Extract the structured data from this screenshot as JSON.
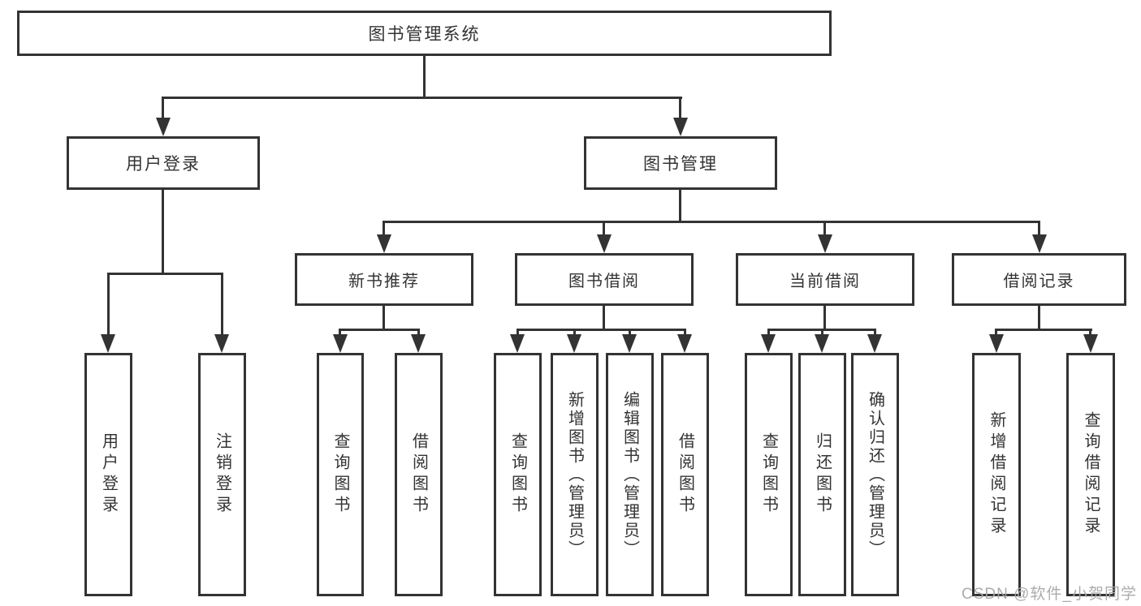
{
  "diagram": {
    "root": {
      "label": "图书管理系统"
    },
    "children": [
      {
        "label": "用户登录",
        "children": [
          {
            "label": "用户登录"
          },
          {
            "label": "注销登录"
          }
        ]
      },
      {
        "label": "图书管理",
        "children": [
          {
            "label": "新书推荐",
            "children": [
              {
                "label": "查询图书"
              },
              {
                "label": "借阅图书"
              }
            ]
          },
          {
            "label": "图书借阅",
            "children": [
              {
                "label": "查询图书"
              },
              {
                "label": "新增图书（管理员）"
              },
              {
                "label": "编辑图书（管理员）"
              },
              {
                "label": "借阅图书"
              }
            ]
          },
          {
            "label": "当前借阅",
            "children": [
              {
                "label": "查询图书"
              },
              {
                "label": "归还图书"
              },
              {
                "label": "确认归还（管理员）"
              }
            ]
          },
          {
            "label": "借阅记录",
            "children": [
              {
                "label": "新增借阅记录"
              },
              {
                "label": "查询借阅记录"
              }
            ]
          }
        ]
      }
    ]
  },
  "watermark": {
    "text": "CSDN @软件_小贺同学"
  },
  "colors": {
    "line": "#333333",
    "text": "#333333",
    "background": "#ffffff",
    "watermark": "#a8a8a8"
  }
}
